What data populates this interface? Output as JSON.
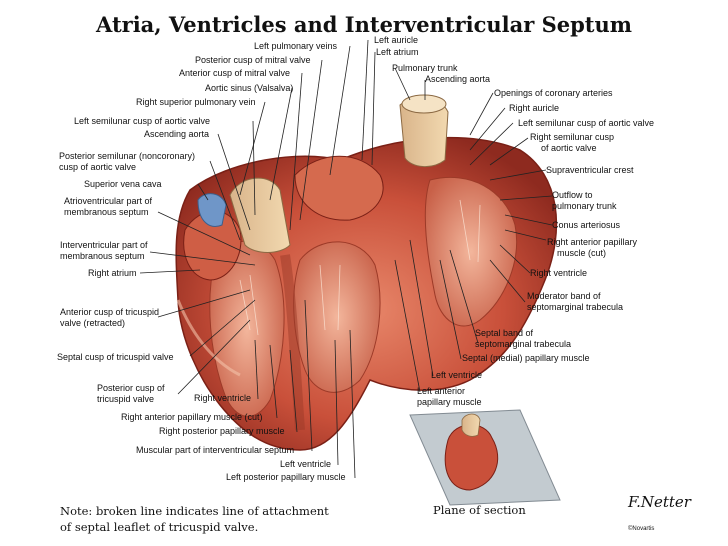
{
  "title": "Atria, Ventricles and Interventricular Septum",
  "labels": {
    "left_auricle": "Left auricle",
    "left_pulmonary_veins": "Left pulmonary veins",
    "left_atrium": "Left atrium",
    "posterior_cusp_mitral": "Posterior cusp of mitral valve",
    "pulmonary_trunk": "Pulmonary trunk",
    "anterior_cusp_mitral": "Anterior cusp of mitral valve",
    "ascending_aorta_top": "Ascending aorta",
    "aortic_sinus": "Aortic sinus (Valsalva)",
    "openings_coronary": "Openings of coronary arteries",
    "right_superior_pulm_vein": "Right superior pulmonary vein",
    "right_auricle": "Right auricle",
    "left_semilunar_cusp_left": "Left semilunar cusp of aortic valve",
    "left_semilunar_cusp_right": "Left semilunar cusp of aortic valve",
    "ascending_aorta_left": "Ascending aorta",
    "right_semilunar_cusp_1": "Right semilunar cusp",
    "right_semilunar_cusp_2": "of aortic valve",
    "posterior_semilunar_1": "Posterior semilunar (noncoronary)",
    "posterior_semilunar_2": "cusp of aortic valve",
    "supraventricular_crest": "Supraventricular crest",
    "superior_vena_cava": "Superior vena cava",
    "outflow_1": "Outflow to",
    "outflow_2": "pulmonary trunk",
    "av_membranous_1": "Atrioventricular part of",
    "av_membranous_2": "membranous septum",
    "conus_arteriosus": "Conus arteriosus",
    "right_anterior_papillary_1": "Right anterior papillary",
    "right_anterior_papillary_2": "muscle (cut)",
    "iv_membranous_1": "Interventricular part of",
    "iv_membranous_2": "membranous septum",
    "right_atrium": "Right atrium",
    "right_ventricle_right": "Right ventricle",
    "moderator_band_1": "Moderator band of",
    "moderator_band_2": "septomarginal trabecula",
    "anterior_cusp_tricuspid_1": "Anterior cusp of tricuspid",
    "anterior_cusp_tricuspid_2": "valve (retracted)",
    "septal_band_1": "Septal band of",
    "septal_band_2": "septomarginal trabecula",
    "septal_cusp_tricuspid": "Septal cusp of tricuspid valve",
    "septal_papillary": "Septal (medial) papillary muscle",
    "left_ventricle_right": "Left ventricle",
    "posterior_cusp_tricuspid_1": "Posterior cusp of",
    "posterior_cusp_tricuspid_2": "tricuspid valve",
    "right_ventricle_bottom": "Right ventricle",
    "left_anterior_papillary_1": "Left anterior",
    "left_anterior_papillary_2": "papillary muscle",
    "right_anterior_papillary_cut": "Right anterior papillary muscle (cut)",
    "right_posterior_papillary": "Right posterior papillary muscle",
    "muscular_septum": "Muscular part of interventricular septum",
    "left_ventricle_bottom": "Left ventricle",
    "left_posterior_papillary": "Left posterior papillary muscle"
  },
  "note_line1": "Note: broken line indicates line of attachment",
  "note_line2": "of septal leaflet of tricuspid valve.",
  "plane_of_section": "Plane of section",
  "signature": "F.Netter",
  "copyright": "©Novartis"
}
